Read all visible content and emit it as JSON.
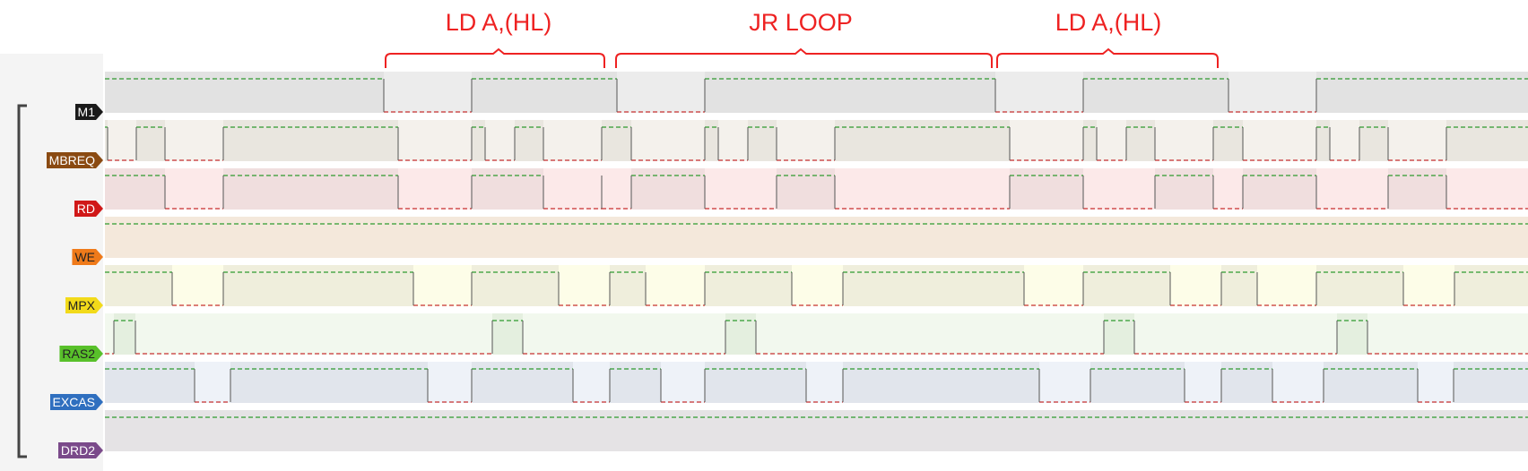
{
  "annotations": [
    {
      "label": "LD A,(HL)"
    },
    {
      "label": "JR LOOP"
    },
    {
      "label": "LD A,(HL)"
    }
  ],
  "colors": {
    "annotation": "#ee2222",
    "trace_high": "#2f9a2f",
    "trace_low": "#c83232",
    "trace_edge": "#555555",
    "group_bracket": "#444444",
    "left_panel": "#f4f4f4"
  },
  "signals": [
    {
      "name": "M1",
      "label_bg": "#1a1a1a",
      "label_fg": "#ffffff",
      "lane_bg": "#e2e2e2",
      "low_bg": "#ececec",
      "initial": 1,
      "transitions": [
        428,
        526,
        688,
        786,
        1110,
        1208,
        1370,
        1468
      ]
    },
    {
      "name": "MBREQ",
      "label_bg": "#8a4a12",
      "label_fg": "#ffffff",
      "lane_bg": "#e9e6df",
      "low_bg": "#f4f1ec",
      "initial": 1,
      "transitions": [
        120,
        152,
        184,
        249,
        444,
        526,
        541,
        574,
        606,
        671,
        704,
        786,
        801,
        834,
        866,
        931,
        1126,
        1208,
        1223,
        1256,
        1288,
        1353,
        1386,
        1468,
        1483,
        1516,
        1548,
        1613
      ]
    },
    {
      "name": "RD",
      "label_bg": "#d01818",
      "label_fg": "#ffffff",
      "lane_bg": "#f0dede",
      "low_bg": "#fce9e9",
      "initial": 1,
      "transitions": [
        184,
        249,
        444,
        526,
        606,
        671,
        671,
        704,
        786,
        866,
        931,
        1126,
        1208,
        1288,
        1353,
        1386,
        1468,
        1548,
        1613
      ]
    },
    {
      "name": "WE",
      "label_bg": "#ef7a1a",
      "label_fg": "#222222",
      "lane_bg": "#f4e8db",
      "low_bg": "#fbefe2",
      "initial": 1,
      "transitions": []
    },
    {
      "name": "MPX",
      "label_bg": "#f2da1a",
      "label_fg": "#222222",
      "lane_bg": "#efeedc",
      "low_bg": "#fdfde8",
      "initial": 1,
      "transitions": [
        192,
        249,
        461,
        526,
        623,
        680,
        720,
        786,
        883,
        940,
        1142,
        1208,
        1305,
        1362,
        1402,
        1468,
        1565,
        1622
      ]
    },
    {
      "name": "RAS2",
      "label_bg": "#58c02a",
      "label_fg": "#222222",
      "lane_bg": "#e4efdf",
      "low_bg": "#f2f8ee",
      "initial": 0,
      "transitions": [
        127,
        151,
        549,
        583,
        809,
        843,
        1231,
        1265,
        1491,
        1525
      ]
    },
    {
      "name": "EXCAS",
      "label_bg": "#2f6fbf",
      "label_fg": "#ffffff",
      "lane_bg": "#e1e5ec",
      "low_bg": "#eef2f8",
      "initial": 1,
      "transitions": [
        217,
        257,
        477,
        526,
        639,
        680,
        737,
        786,
        899,
        940,
        1159,
        1216,
        1321,
        1362,
        1419,
        1476,
        1581,
        1621
      ]
    },
    {
      "name": "DRD2",
      "label_bg": "#7a4a8a",
      "label_fg": "#ffffff",
      "lane_bg": "#e5e3e5",
      "low_bg": "#f0eef0",
      "initial": 1,
      "transitions": []
    }
  ]
}
